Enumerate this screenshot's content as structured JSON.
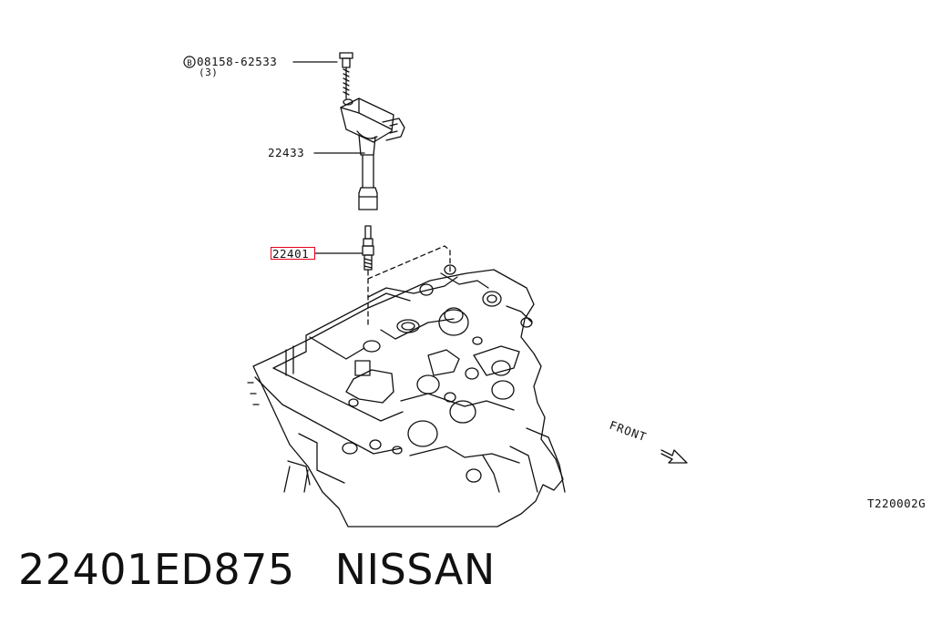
{
  "diagram": {
    "callouts": {
      "bolt": {
        "number": "08158-62533",
        "marker": "B",
        "qty": "(3)"
      },
      "ignition_coil": {
        "number": "22433"
      },
      "spark_plug": {
        "number": "22401",
        "highlighted": true,
        "highlight_color": "#e8001c"
      }
    },
    "front_label": "FRONT",
    "figure_code": "T220002G"
  },
  "part": {
    "number": "22401ED875",
    "brand": "NISSAN"
  }
}
